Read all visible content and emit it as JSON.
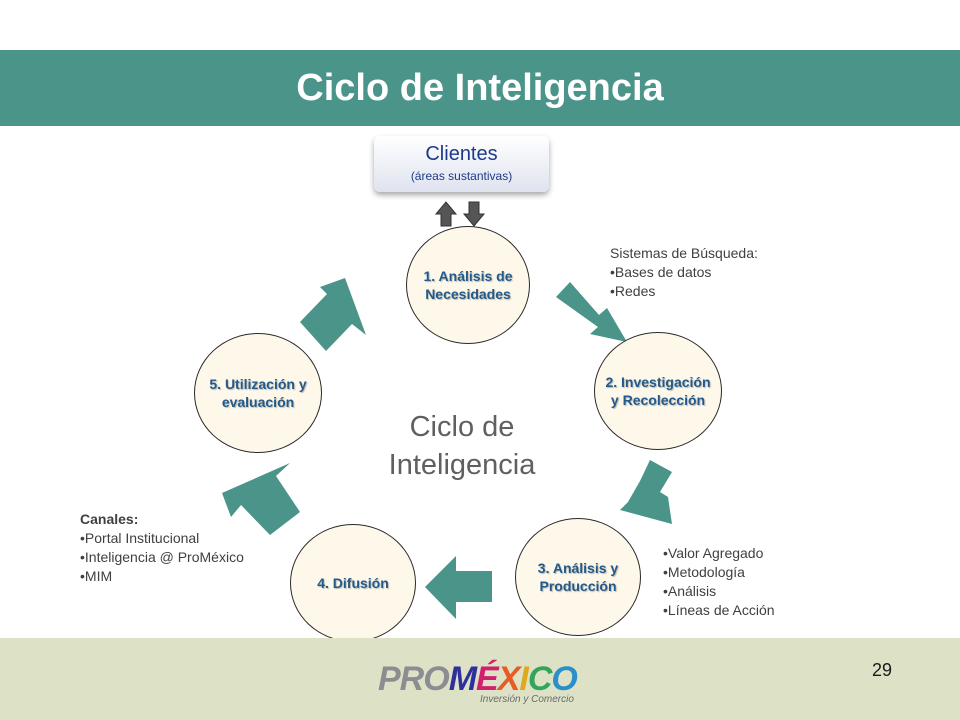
{
  "slide": {
    "title": "Ciclo de Inteligencia",
    "page_number": "29"
  },
  "clients": {
    "title": "Clientes",
    "subtitle": "(áreas sustantivas)"
  },
  "cycle": {
    "center_label": "Ciclo de\nInteligencia",
    "stages": [
      {
        "label": "1. Análisis de\nNecesidades"
      },
      {
        "label": "2. Investigación\ny Recolección"
      },
      {
        "label": "3. Análisis y\nProducción"
      },
      {
        "label": "4. Difusión"
      },
      {
        "label": "5. Utilización y\nevaluación"
      }
    ]
  },
  "notes": {
    "search": {
      "heading": "Sistemas de Búsqueda:",
      "items": [
        "•Bases de datos",
        "•Redes"
      ]
    },
    "value": {
      "items": [
        "•Valor Agregado",
        "•Metodología",
        "•Análisis",
        "•Líneas de Acción"
      ]
    },
    "channels": {
      "heading": "Canales:",
      "items": [
        "•Portal Institucional",
        "•Inteligencia @ ProMéxico",
        "•MIM"
      ]
    }
  },
  "logo": {
    "pro": "PRO",
    "m": "M",
    "e": "É",
    "x": "X",
    "i": "I",
    "c": "C",
    "o": "O",
    "tagline": "Inversión y Comercio"
  },
  "colors": {
    "title_bar": "#4a9489",
    "arrow": "#4a9489",
    "node_fill": "#fdf8ea",
    "node_text": "#235a8c",
    "footer": "#dde2c6",
    "clients_text": "#1d3a8a"
  },
  "icons": [
    "up-arrow-icon",
    "down-arrow-icon"
  ]
}
